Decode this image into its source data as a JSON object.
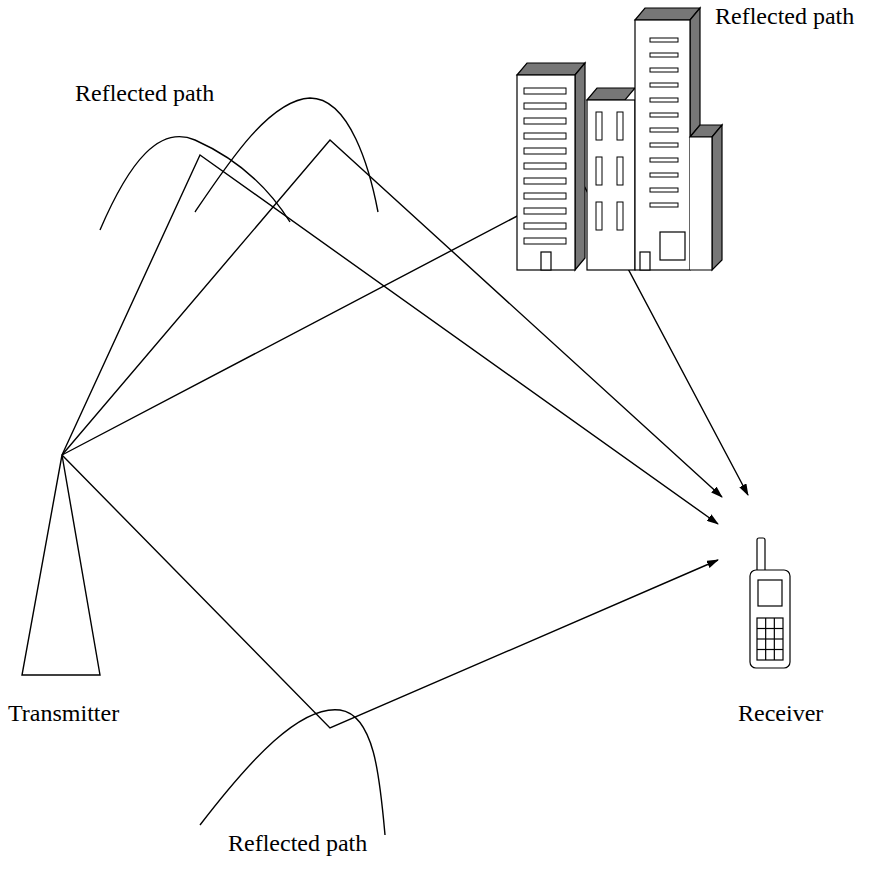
{
  "diagram": {
    "labels": [
      "Reflected path",
      "Reflected path",
      "Transmitter",
      "Receiver",
      "Reflected path"
    ]
  }
}
